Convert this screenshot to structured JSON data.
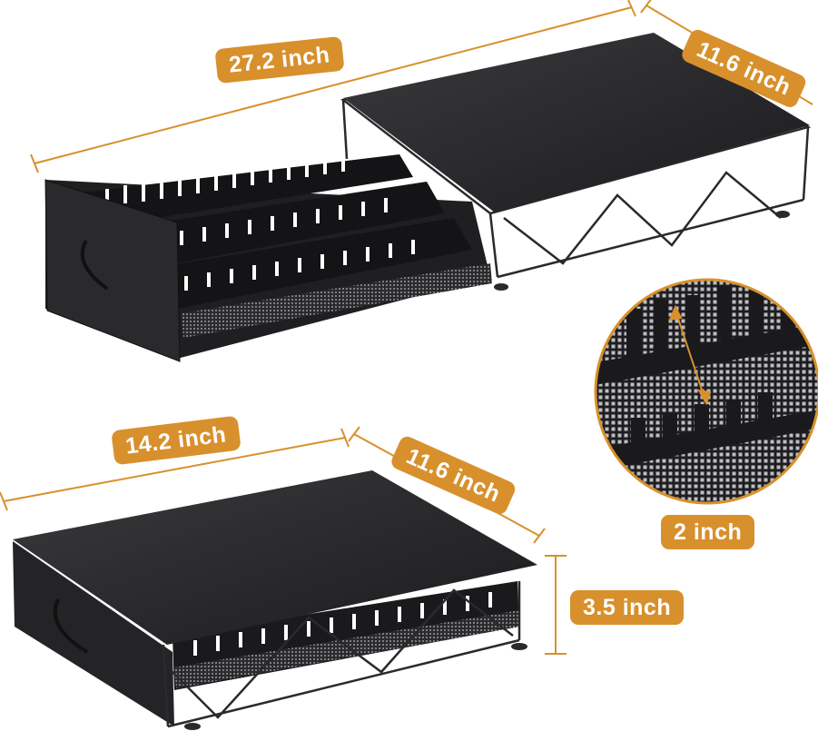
{
  "dimensions": {
    "top_length": "27.2 inch",
    "top_width": "11.6 inch",
    "bottom_length": "14.2 inch",
    "bottom_width": "11.6 inch",
    "height": "3.5 inch",
    "slot_spacing": "2 inch"
  },
  "colors": {
    "accent": "#d8902c",
    "product": "#1f1f21",
    "background": "#ffffff"
  }
}
